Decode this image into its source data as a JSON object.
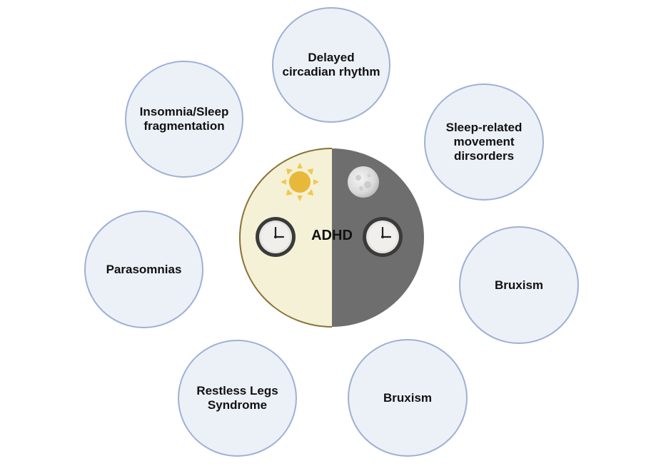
{
  "center": {
    "label": "ADHD",
    "colors": {
      "day": "#f5f1d6",
      "night": "#6e6e6e",
      "outline": "#8a7135"
    }
  },
  "bubbles": [
    {
      "label": "Delayed circadian rhythm"
    },
    {
      "label": "Sleep-related movement dirsorders"
    },
    {
      "label": "Bruxism"
    },
    {
      "label": "Bruxism"
    },
    {
      "label": "Restless Legs Syndrome"
    },
    {
      "label": "Parasomnias"
    },
    {
      "label": "Insomnia/Sleep fragmentation"
    }
  ],
  "icons": [
    "sun-icon",
    "moon-icon",
    "clock-icon",
    "clock-icon"
  ],
  "colors": {
    "bubble_fill": "#ecf1f8",
    "bubble_border": "#9fb0d3"
  }
}
